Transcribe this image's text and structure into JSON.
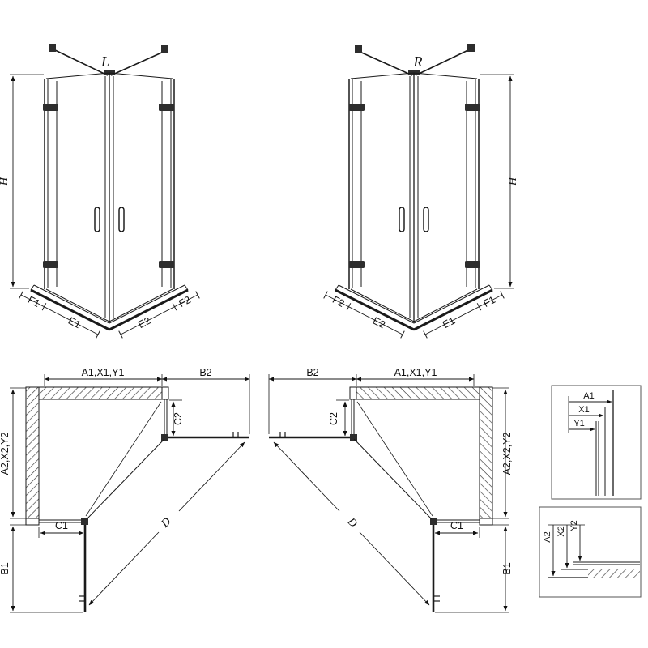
{
  "drawing": {
    "variants": {
      "left": "L",
      "right": "R"
    },
    "height_label": "H",
    "front_dims": {
      "f1": "F1",
      "e1": "E1",
      "e2": "E2",
      "f2": "F2"
    },
    "plan_dims": {
      "a1": "A1,X1,Y1",
      "b2": "B2",
      "c2": "C2",
      "a2": "A2,X2,Y2",
      "c1": "C1",
      "b1": "B1",
      "d": "D"
    },
    "detail_top": {
      "a1": "A1",
      "x1": "X1",
      "y1": "Y1"
    },
    "detail_bottom": {
      "a2": "A2",
      "x2": "X2",
      "y2": "Y2"
    }
  }
}
